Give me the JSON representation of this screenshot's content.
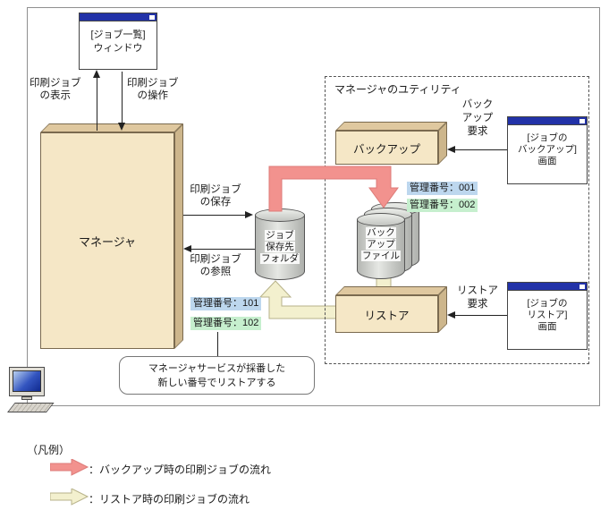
{
  "colors": {
    "flow_backup_fill": "#f2928e",
    "flow_backup_edge": "#dd7b78",
    "flow_restore_fill": "#f3f0ce",
    "flow_restore_edge": "#b7b289",
    "box_face": "#f5e7c6",
    "box_top": "#dfc89f",
    "box_side": "#cdb68c",
    "cylinder_fill": "#cfd1cd",
    "window_title_bar": "#2232a8",
    "tag_blue": "#bdd7ee",
    "tag_green": "#c6efce"
  },
  "job_list_window": {
    "line1": "[ジョブ一覧]",
    "line2": "ウィンドウ"
  },
  "labels": {
    "display": {
      "line1": "印刷ジョブ",
      "line2": "の表示"
    },
    "operate": {
      "line1": "印刷ジョブ",
      "line2": "の操作"
    },
    "save": {
      "line1": "印刷ジョブ",
      "line2": "の保存"
    },
    "reference": {
      "line1": "印刷ジョブ",
      "line2": "の参照"
    },
    "backup_request": {
      "line1": "バック",
      "line2": "アップ",
      "line3": "要求"
    },
    "restore_request": {
      "line1": "リストア",
      "line2": "要求"
    }
  },
  "manager": {
    "label": "マネージャ"
  },
  "folder": {
    "line1": "ジョブ",
    "line2": "保存先",
    "line3": "フォルダ"
  },
  "utilities": {
    "title": "マネージャのユティリティ"
  },
  "backup": {
    "label": "バックアップ"
  },
  "restore": {
    "label": "リストア"
  },
  "backup_file": {
    "line1": "バック",
    "line2": "アップ",
    "line3": "ファイル"
  },
  "backup_window": {
    "line1": "[ジョブの",
    "line2": "バックアップ]",
    "line3": "画面"
  },
  "restore_window": {
    "line1": "[ジョブの",
    "line2": "リストア]",
    "line3": "画面"
  },
  "mgmt": {
    "backup1": "管理番号：001",
    "backup2": "管理番号：002",
    "restore1": "管理番号：101",
    "restore2": "管理番号：102"
  },
  "callout": {
    "line1": "マネージャサービスが採番した",
    "line2": "新しい番号でリストアする"
  },
  "legend": {
    "title": "（凡例）",
    "backup_label": "：バックアップ時の印刷ジョブの流れ",
    "restore_label": "：リストア時の印刷ジョブの流れ"
  }
}
